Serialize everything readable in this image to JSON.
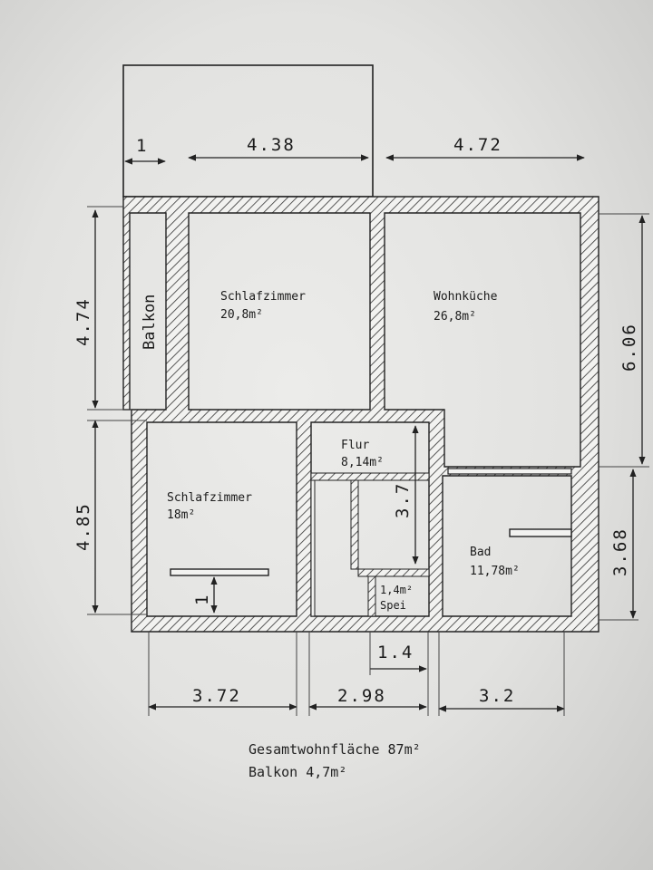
{
  "dimensions": {
    "balcony_width_top": "1",
    "top_left_width": "4.38",
    "top_right_width": "4.72",
    "left_upper_height": "4.74",
    "left_lower_height": "4.85",
    "right_upper_height": "6.06",
    "right_lower_height": "3.68",
    "bottom_left_width": "3.72",
    "bottom_middle_width": "2.98",
    "bottom_right_width": "3.2",
    "pantry_width": "1.4",
    "hall_height": "3.7",
    "bedroom2_inner": "1"
  },
  "rooms": {
    "balkon": {
      "name": "Balkon"
    },
    "schlafzimmer1": {
      "name": "Schlafzimmer",
      "area": "20,8m²"
    },
    "wohnkueche": {
      "name": "Wohnküche",
      "area": "26,8m²"
    },
    "schlafzimmer2": {
      "name": "Schlafzimmer",
      "area": "18m²"
    },
    "flur": {
      "name": "Flur",
      "area": "8,14m²"
    },
    "bad": {
      "name": "Bad",
      "area": "11,78m²"
    },
    "speisekammer": {
      "name": "Spei",
      "area": "1,4m²"
    }
  },
  "summary": {
    "total_area": "Gesamtwohnfläche 87m²",
    "balcony_area": "Balkon 4,7m²"
  }
}
